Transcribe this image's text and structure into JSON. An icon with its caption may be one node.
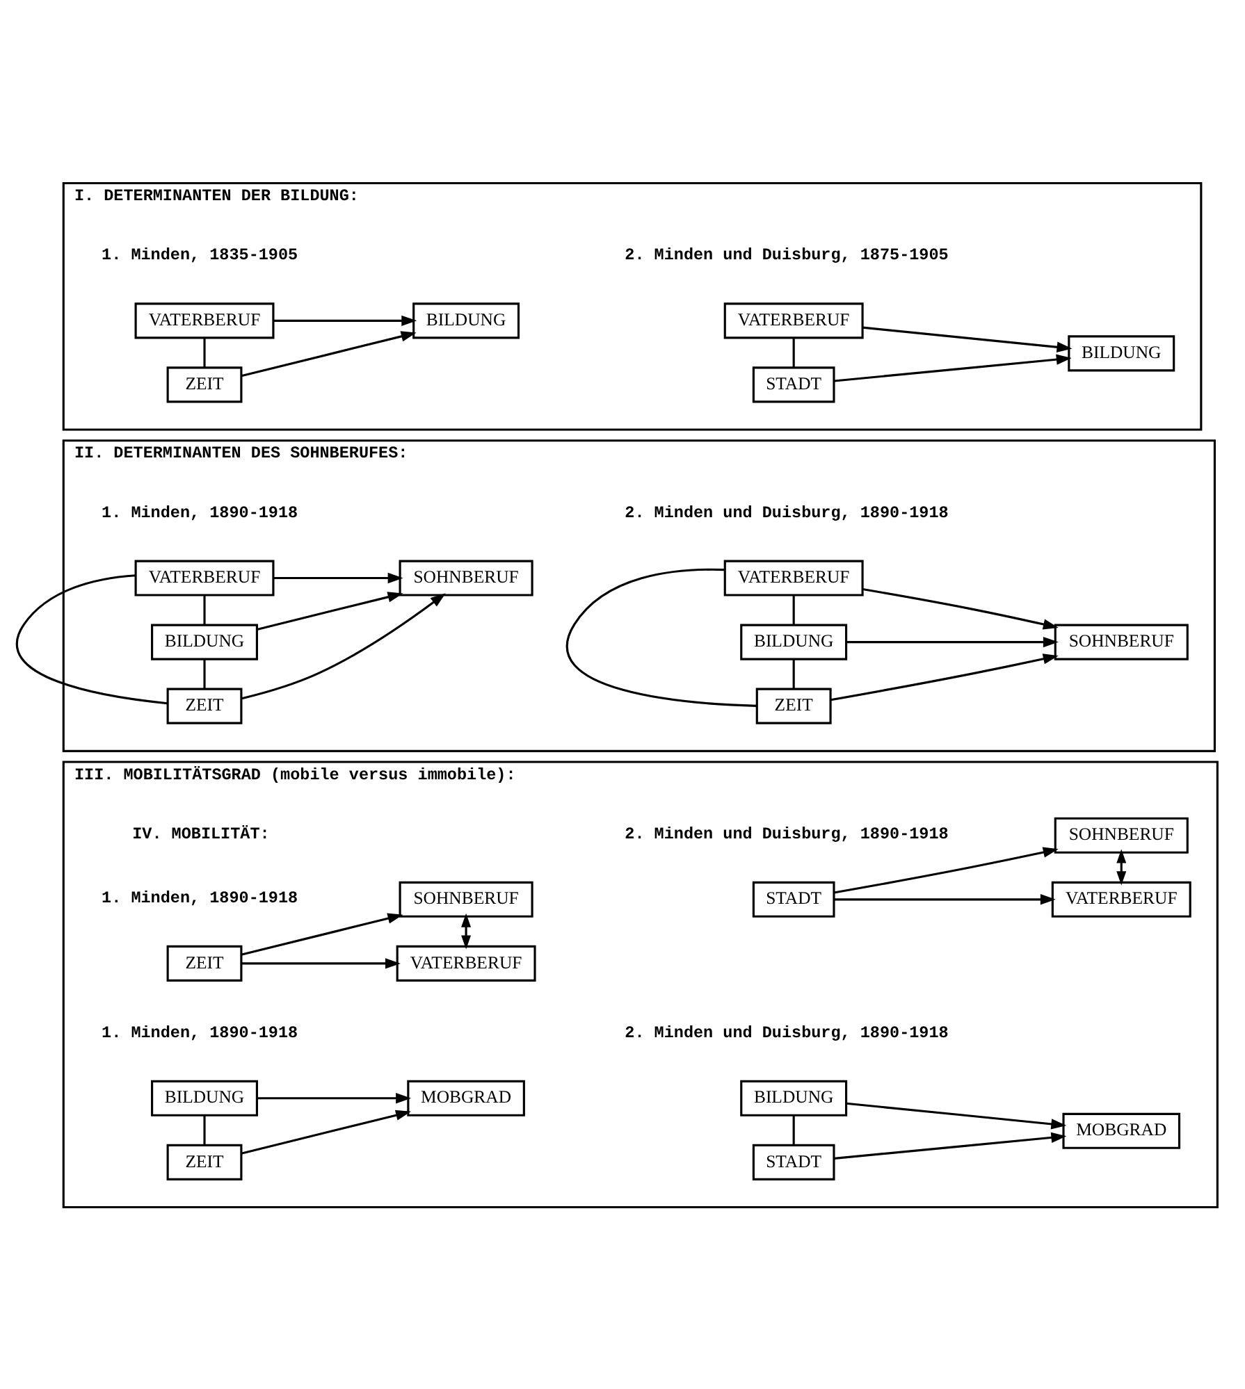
{
  "diagram": {
    "nodes": [
      {
        "text": [
          "I. DETERMINANTEN DER BILDUNG:"
        ]
      },
      {
        "text": [
          "VATERBERUF"
        ],
        "in": 0
      },
      {
        "text": [
          "ZEIT"
        ],
        "in": 0
      },
      {
        "text": [
          "BILDUNG"
        ],
        "in": 0
      },
      {
        "text": [
          "VATERBERUF"
        ],
        "in": 0
      },
      {
        "text": [
          "STADT"
        ],
        "in": 0
      },
      {
        "text": [
          "BILDUNG"
        ],
        "in": 0
      },
      {
        "text": [
          "II. DETERMINANTEN DES SOHNBERUFES:"
        ]
      },
      {
        "text": [
          "VATERBERUF"
        ],
        "in": 7
      },
      {
        "text": [
          "BILDUNG"
        ],
        "in": 7
      },
      {
        "text": [
          "ZEIT"
        ],
        "in": 7
      },
      {
        "text": [
          "SOHNBERUF"
        ],
        "in": 7
      },
      {
        "text": [
          "VATERBERUF"
        ],
        "in": 7
      },
      {
        "text": [
          "BILDUNG"
        ],
        "in": 7
      },
      {
        "text": [
          "ZEIT"
        ],
        "in": 7
      },
      {
        "text": [
          "SOHNBERUF"
        ],
        "in": 7
      },
      {
        "text": [
          "III. MOBILITÄTSGRAD (mobile versus immobile):"
        ]
      },
      {
        "text": [
          "BILDUNG"
        ],
        "in": 16
      },
      {
        "text": [
          "ZEIT"
        ],
        "in": 16
      },
      {
        "text": [
          "MOBGRAD"
        ],
        "in": 16
      },
      {
        "text": [
          "BILDUNG"
        ],
        "in": 16
      },
      {
        "text": [
          "STADT"
        ],
        "in": 16
      },
      {
        "text": [
          "MOBGRAD"
        ],
        "in": 16
      },
      {
        "text": [
          "ZEIT"
        ],
        "in": 16
      },
      {
        "text": [
          "VATERBERUF"
        ],
        "in": 16
      },
      {
        "text": [
          "SOHNBERUF"
        ],
        "in": 16
      },
      {
        "text": [
          "STADT"
        ],
        "in": 16
      },
      {
        "text": [
          "VATERBERUF"
        ],
        "in": 16
      },
      {
        "text": [
          "SOHNBERUF"
        ],
        "in": 16
      }
    ],
    "edges": [
      {
        "from": 1,
        "to": 2,
        "arrow": "none"
      },
      {
        "from": 1,
        "to": 3,
        "arrow": "to"
      },
      {
        "from": 2,
        "to": 3,
        "arrow": "to"
      },
      {
        "from": 4,
        "to": 5,
        "arrow": "none"
      },
      {
        "from": 4,
        "to": 6,
        "arrow": "to"
      },
      {
        "from": 5,
        "to": 6,
        "arrow": "to"
      },
      {
        "from": 8,
        "to": 9,
        "arrow": "none"
      },
      {
        "from": 9,
        "to": 10,
        "arrow": "none"
      },
      {
        "from": 8,
        "to": 10,
        "arrow": "none"
      },
      {
        "from": 8,
        "to": 11,
        "arrow": "to"
      },
      {
        "from": 9,
        "to": 11,
        "arrow": "to"
      },
      {
        "from": 10,
        "to": 11,
        "arrow": "to"
      },
      {
        "from": 12,
        "to": 13,
        "arrow": "none"
      },
      {
        "from": 13,
        "to": 14,
        "arrow": "none"
      },
      {
        "from": 12,
        "to": 14,
        "arrow": "none"
      },
      {
        "from": 12,
        "to": 15,
        "arrow": "to"
      },
      {
        "from": 13,
        "to": 15,
        "arrow": "to"
      },
      {
        "from": 14,
        "to": 15,
        "arrow": "to"
      },
      {
        "from": 17,
        "to": 18,
        "arrow": "none"
      },
      {
        "from": 17,
        "to": 19,
        "arrow": "to"
      },
      {
        "from": 18,
        "to": 19,
        "arrow": "to"
      },
      {
        "from": 20,
        "to": 21,
        "arrow": "none"
      },
      {
        "from": 20,
        "to": 22,
        "arrow": "to"
      },
      {
        "from": 21,
        "to": 22,
        "arrow": "to"
      },
      {
        "from": 23,
        "to": 24,
        "arrow": "to"
      },
      {
        "from": 23,
        "to": 25,
        "arrow": "to"
      },
      {
        "from": 24,
        "to": 25,
        "arrow": "both"
      },
      {
        "from": 26,
        "to": 27,
        "arrow": "to"
      },
      {
        "from": 26,
        "to": 28,
        "arrow": "to"
      },
      {
        "from": 27,
        "to": 28,
        "arrow": "both"
      }
    ],
    "labels": [
      "1. Minden, 1835-1905",
      "2. Minden und Duisburg, 1875-1905",
      "1. Minden, 1890-1918",
      "2. Minden und Duisburg, 1890-1918",
      "1. Minden, 1890-1918",
      "2. Minden und Duisburg, 1890-1918",
      "IV. MOBILITÄT:",
      "1. Minden, 1890-1918",
      "2. Minden und Duisburg, 1890-1918"
    ]
  }
}
